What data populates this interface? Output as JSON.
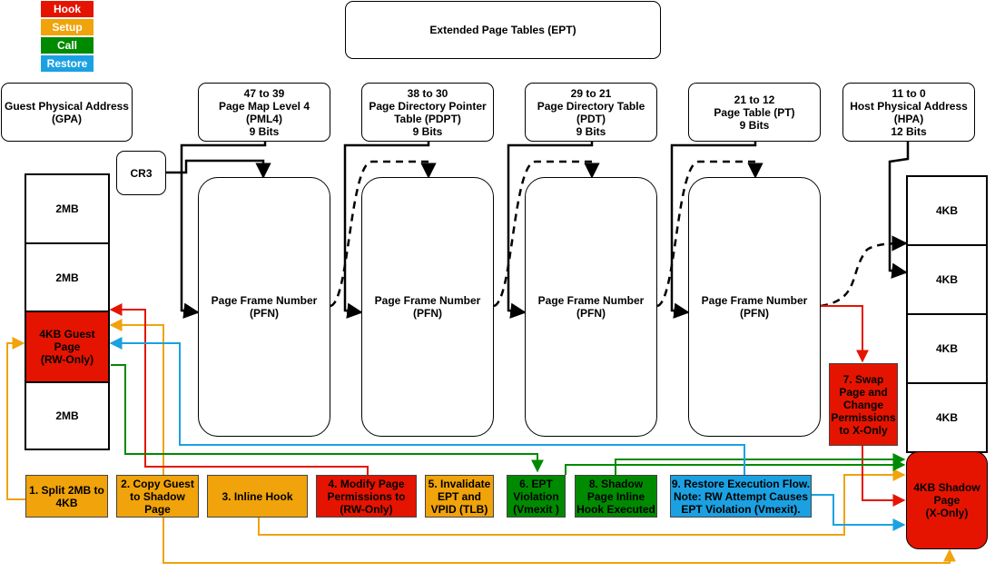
{
  "colors": {
    "hook": "#e51400",
    "setup": "#f0a30a",
    "call": "#008a00",
    "restore": "#1ba1e2"
  },
  "legend": {
    "hook": "Hook",
    "setup": "Setup",
    "call": "Call",
    "restore": "Restore"
  },
  "title": "Extended Page Tables (EPT)",
  "headers": {
    "gpa": "Guest Physical Address\n(GPA)",
    "pml4": "47 to 39\nPage Map Level 4\n(PML4)\n9 Bits",
    "pdpt": "38 to 30\nPage Directory Pointer\nTable (PDPT)\n9 Bits",
    "pdt": "29 to 21\nPage Directory Table\n(PDT)\n9 Bits",
    "pt": "21 to 12\nPage Table (PT)\n9 Bits",
    "hpa": "11 to 0\nHost Physical Address\n(HPA)\n12 Bits"
  },
  "cr3": "CR3",
  "pfn_label": "Page Frame Number\n(PFN)",
  "guest_memory": [
    "2MB",
    "2MB",
    "4KB Guest\nPage\n(RW-Only)",
    "2MB"
  ],
  "host_memory": [
    "4KB",
    "4KB",
    "4KB",
    "4KB"
  ],
  "shadow_page": "4KB Shadow\nPage\n(X-Only)",
  "steps": {
    "s1": "1. Split 2MB to\n4KB",
    "s2": "2. Copy Guest\nto Shadow\nPage",
    "s3": "3. Inline Hook",
    "s4": "4. Modify Page\nPermissions to\n(RW-Only)",
    "s5": "5. Invalidate\nEPT and\nVPID (TLB)",
    "s6": "6. EPT\nViolation\n(Vmexit )",
    "s7": "7. Swap\nPage and\nChange\nPermissions\nto X-Only",
    "s8": "8. Shadow\nPage Inline\nHook Executed",
    "s9": "9. Restore Execution Flow.\nNote: RW Attempt Causes\nEPT Violation (Vmexit)."
  }
}
